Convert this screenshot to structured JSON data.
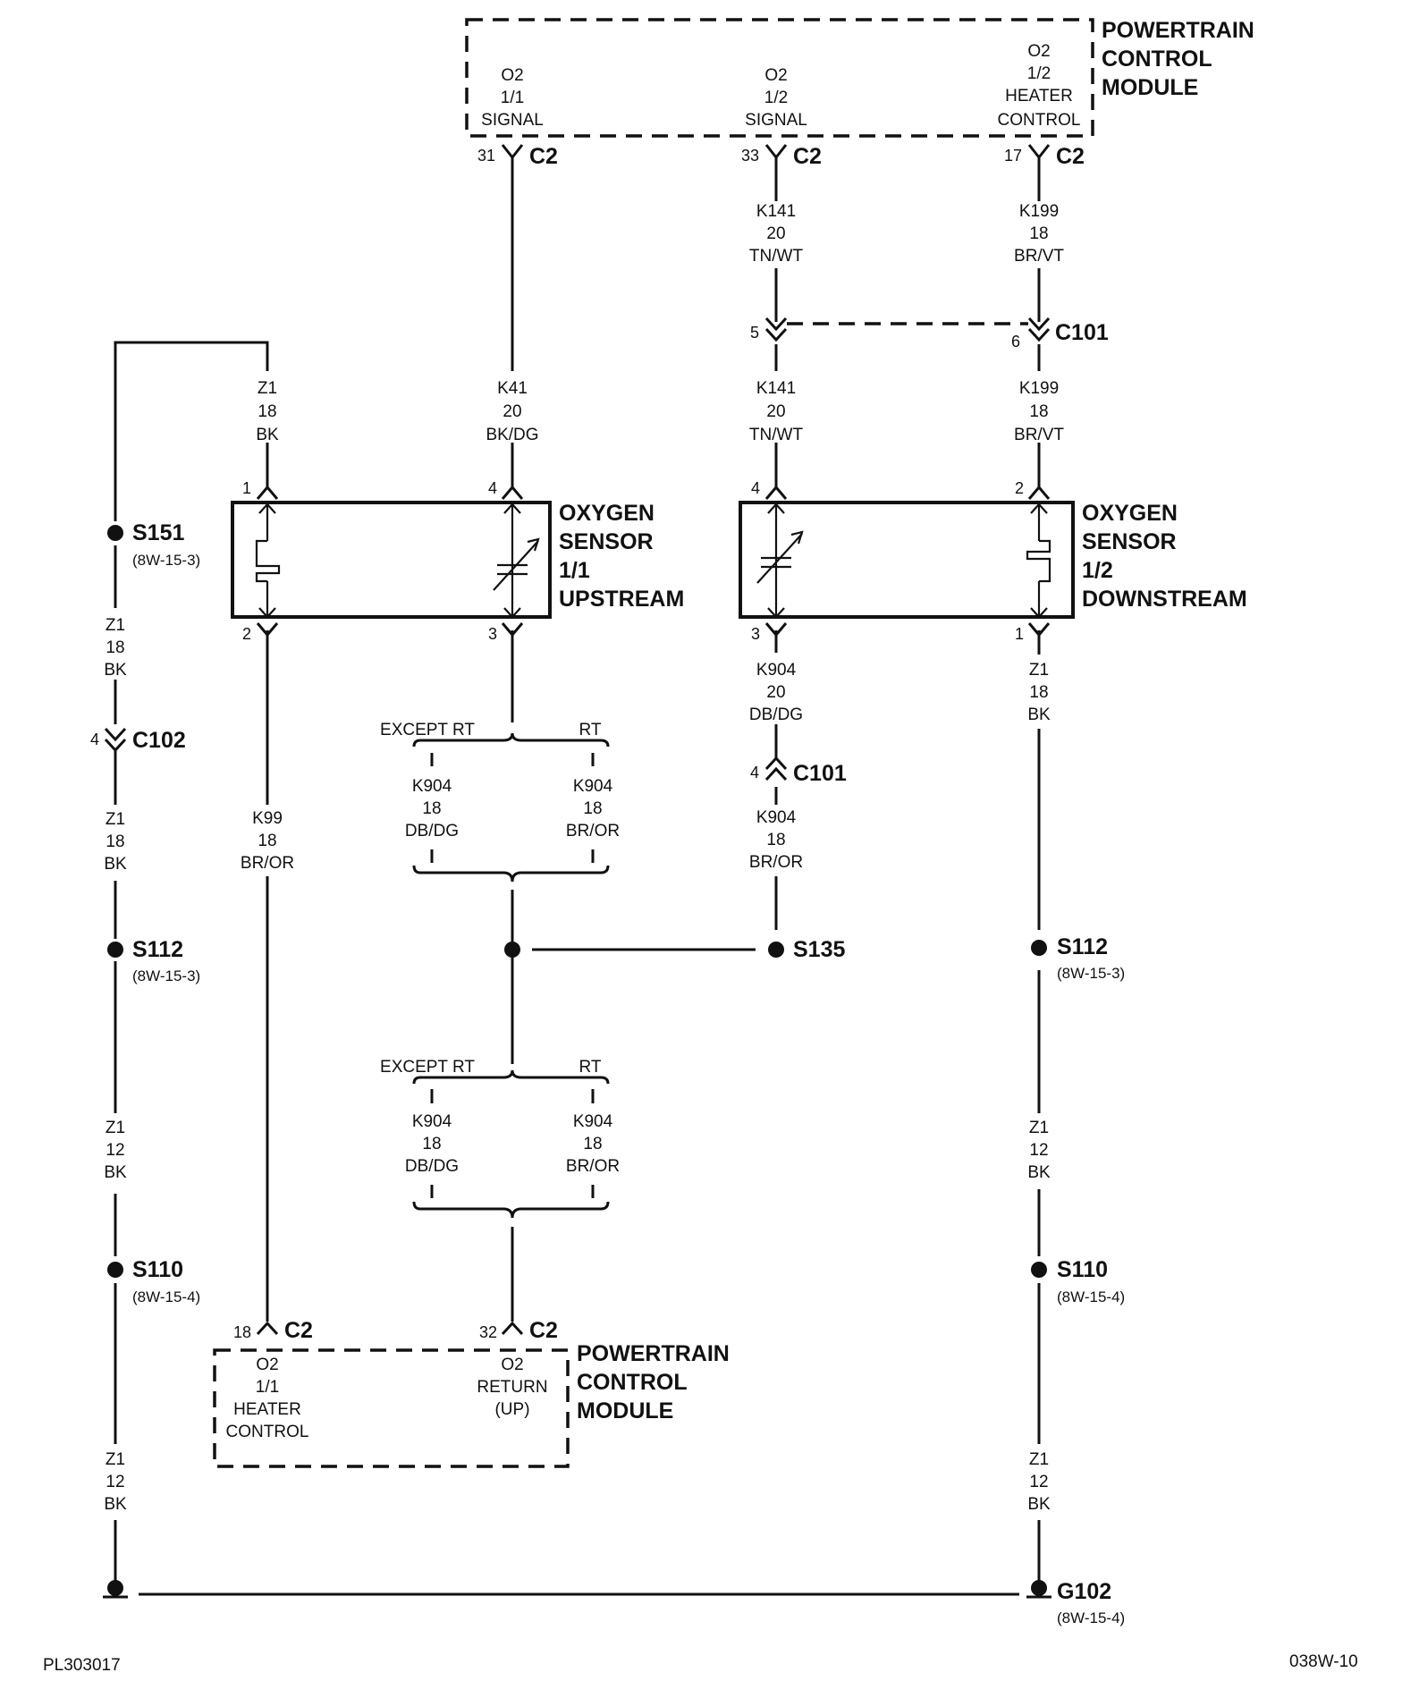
{
  "pcm_top": {
    "title": [
      "POWERTRAIN",
      "CONTROL",
      "MODULE"
    ],
    "pins": [
      {
        "lines": [
          "O2",
          "1/1",
          "SIGNAL"
        ],
        "pin": "31",
        "conn": "C2"
      },
      {
        "lines": [
          "O2",
          "1/2",
          "SIGNAL"
        ],
        "pin": "33",
        "conn": "C2"
      },
      {
        "lines": [
          "O2",
          "1/2",
          "HEATER",
          "CONTROL"
        ],
        "pin": "17",
        "conn": "C2"
      }
    ]
  },
  "pcm_bottom": {
    "title": [
      "POWERTRAIN",
      "CONTROL",
      "MODULE"
    ],
    "pins": [
      {
        "lines": [
          "O2",
          "1/1",
          "HEATER",
          "CONTROL"
        ],
        "pin": "18",
        "conn": "C2"
      },
      {
        "lines": [
          "O2",
          "RETURN",
          "(UP)"
        ],
        "pin": "32",
        "conn": "C2"
      }
    ]
  },
  "sensor_up": {
    "title": [
      "OXYGEN",
      "SENSOR",
      "1/1",
      "UPSTREAM"
    ],
    "pins": [
      "1",
      "4",
      "2",
      "3"
    ]
  },
  "sensor_down": {
    "title": [
      "OXYGEN",
      "SENSOR",
      "1/2",
      "DOWNSTREAM"
    ],
    "pins": [
      "4",
      "2",
      "3",
      "1"
    ]
  },
  "wires": {
    "k141_top": [
      "K141",
      "20",
      "TN/WT"
    ],
    "k199_top": [
      "K199",
      "18",
      "BR/VT"
    ],
    "k141_mid": [
      "K141",
      "20",
      "TN/WT"
    ],
    "k199_mid": [
      "K199",
      "18",
      "BR/VT"
    ],
    "z1_sensor_up": [
      "Z1",
      "18",
      "BK"
    ],
    "k41": [
      "K41",
      "20",
      "BK/DG"
    ],
    "z1_s151": [
      "Z1",
      "18",
      "BK"
    ],
    "z1_c102": [
      "Z1",
      "18",
      "BK"
    ],
    "z1_s112_left": [
      "Z1",
      "12",
      "BK"
    ],
    "z1_s110_left": [
      "Z1",
      "12",
      "BK"
    ],
    "k99": [
      "K99",
      "18",
      "BR/OR"
    ],
    "k904_down1": [
      "K904",
      "20",
      "DB/DG"
    ],
    "k904_down2": [
      "K904",
      "18",
      "BR/OR"
    ],
    "z1_down1": [
      "Z1",
      "18",
      "BK"
    ],
    "z1_down2": [
      "Z1",
      "12",
      "BK"
    ],
    "z1_down3": [
      "Z1",
      "12",
      "BK"
    ],
    "k904_a_left": [
      "K904",
      "18",
      "DB/DG"
    ],
    "k904_a_right": [
      "K904",
      "18",
      "BR/OR"
    ],
    "k904_b_left": [
      "K904",
      "18",
      "DB/DG"
    ],
    "k904_b_right": [
      "K904",
      "18",
      "BR/OR"
    ]
  },
  "options": {
    "except_rt": "EXCEPT RT",
    "rt": "RT"
  },
  "connectors": {
    "c101_top": {
      "name": "C101",
      "pin_left": "5",
      "pin_right": "6"
    },
    "c101_low": {
      "name": "C101",
      "pin": "4"
    },
    "c102": {
      "name": "C102",
      "pin": "4"
    }
  },
  "splices": {
    "s151": {
      "name": "S151",
      "ref": "(8W-15-3)"
    },
    "s112_left": {
      "name": "S112",
      "ref": "(8W-15-3)"
    },
    "s110_left": {
      "name": "S110",
      "ref": "(8W-15-4)"
    },
    "s135": {
      "name": "S135"
    },
    "s112_right": {
      "name": "S112",
      "ref": "(8W-15-3)"
    },
    "s110_right": {
      "name": "S110",
      "ref": "(8W-15-4)"
    }
  },
  "ground": {
    "name": "G102",
    "ref": "(8W-15-4)"
  },
  "footer": {
    "left": "PL303017",
    "right": "038W-10"
  }
}
